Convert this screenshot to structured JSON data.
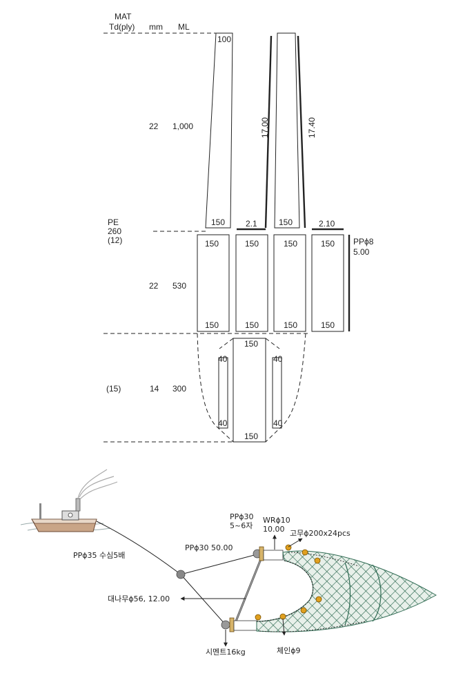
{
  "spec_header": {
    "mat": "MAT",
    "td_ply": "Td(ply)",
    "mm": "mm",
    "ml": "ML"
  },
  "sections": [
    {
      "mat": "",
      "mm": "22",
      "ml": "1,000"
    },
    {
      "mat": "PE\n260\n(12)",
      "mm": "22",
      "ml": "530"
    },
    {
      "mat": "(15)",
      "mm": "14",
      "ml": "300"
    }
  ],
  "wing_panel": {
    "top": "100",
    "bottom": "150"
  },
  "body_panel": {
    "top": "150"
  },
  "wing_length_left": "17.00",
  "wing_length_right": "17.40",
  "bar_left": "2.1",
  "bar_right": "2.10",
  "mid_panels": [
    {
      "top": "150",
      "bottom": "150"
    },
    {
      "top": "150",
      "bottom": "150"
    },
    {
      "top": "150",
      "bottom": "150"
    },
    {
      "top": "150",
      "bottom": "150"
    }
  ],
  "side_rope": {
    "label": "PPϕ8",
    "length": "5.00"
  },
  "codend": {
    "top": "150",
    "bottom": "150",
    "side_top": "40",
    "side_bottom": "40"
  },
  "rigging": {
    "towline": "PPϕ35  수심5배",
    "bridle": "PPϕ30   50.00",
    "frame_rope": "PPϕ30\n5~6자",
    "wire": "WRϕ10\n10.00",
    "float": "고무ϕ200x24pcs",
    "bamboo": "대나무ϕ56, 12.00",
    "sinker": "시멘트16kg",
    "chain": "체인ϕ9"
  }
}
